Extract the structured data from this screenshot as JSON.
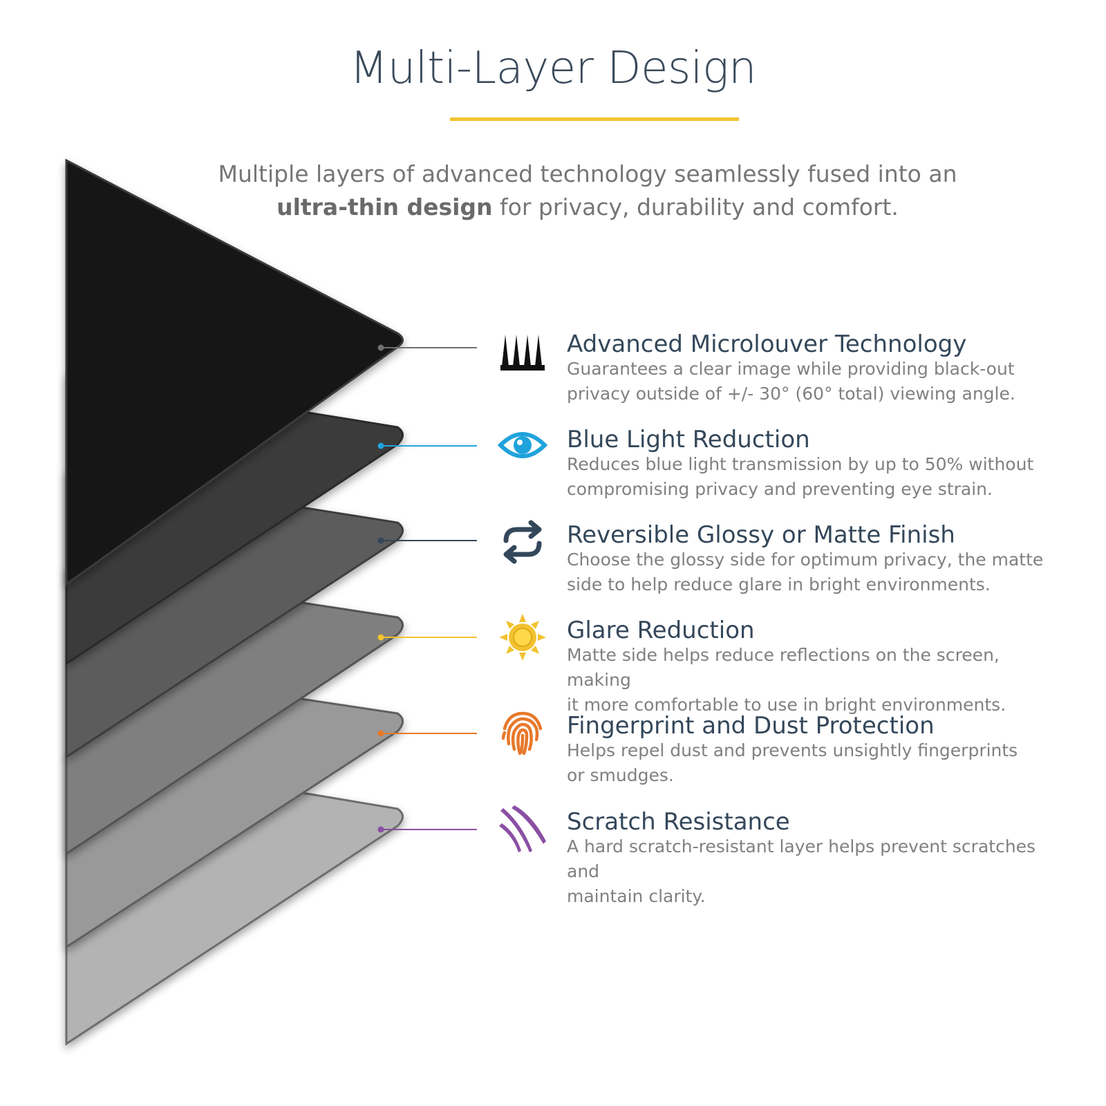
{
  "header": {
    "title": "Multi-Layer Design",
    "accent_color": "#f2c230"
  },
  "intro": {
    "line1": "Multiple layers of advanced technology seamlessly fused into an",
    "line2_bold": "ultra-thin design",
    "line2_rest": " for privacy, durability and comfort."
  },
  "features": [
    {
      "title": "Advanced Microlouver Technology",
      "line1": "Guarantees a clear image while providing black-out",
      "line2": "privacy outside of +/- 30° (60° total) viewing angle.",
      "icon": "microlouver-icon",
      "color": "#555555"
    },
    {
      "title": "Blue Light Reduction",
      "line1": "Reduces blue light transmission by up to 50% without",
      "line2": "compromising privacy and preventing eye strain.",
      "icon": "eye-icon",
      "color": "#1fa3dc"
    },
    {
      "title": "Reversible Glossy or Matte Finish",
      "line1": "Choose the glossy side for optimum privacy, the matte",
      "line2": "side to help reduce glare in bright environments.",
      "icon": "reverse-arrows-icon",
      "color": "#34475a"
    },
    {
      "title": "Glare Reduction",
      "line1": "Matte side helps reduce reflections on the screen, making",
      "line2": "it more comfortable to use in bright environments.",
      "icon": "sun-icon",
      "color": "#f2c230"
    },
    {
      "title": "Fingerprint and Dust Protection",
      "line1": "Helps repel dust and prevents unsightly fingerprints",
      "line2": "or smudges.",
      "icon": "fingerprint-icon",
      "color": "#e8792b"
    },
    {
      "title": "Scratch Resistance",
      "line1": "A hard scratch-resistant layer helps prevent scratches and",
      "line2": "maintain clarity.",
      "icon": "scratch-icon",
      "color": "#8a4fa3"
    }
  ]
}
